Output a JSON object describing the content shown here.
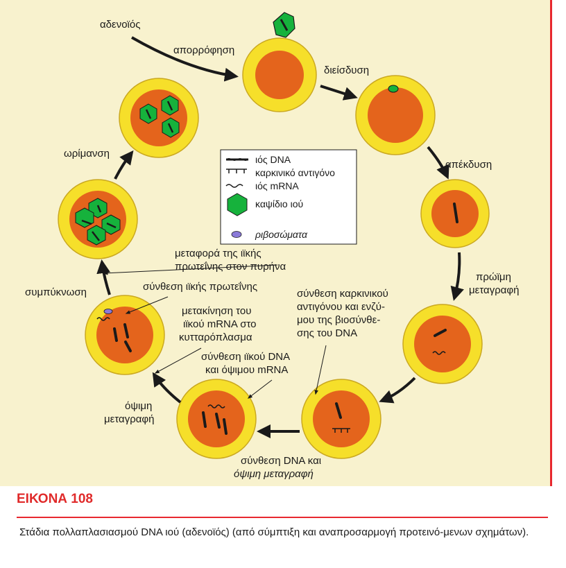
{
  "figure": {
    "title": "ΕΙΚΟΝΑ 108",
    "caption": "Στάδια πολλαπλασιασμού DNA ιού (αδενοϊός) (από σύμπτιξη και αναπροσαρμογή προτεινό-μενων σχημάτων)."
  },
  "labels": {
    "virus": "αδενοϊός",
    "absorption": "απορρόφηση",
    "penetration": "διείσδυση",
    "uncoating": "απέκδυση",
    "early_1": "πρώϊμη",
    "early_2": "μεταγραφή",
    "tumor_1": "σύνθεση καρκινικού",
    "tumor_2": "αντιγόνου και ενζύ-",
    "tumor_3": "μου της βιοσύνθε-",
    "tumor_4": "σης του DNA",
    "dna_1": "σύνθεση DNA και",
    "dna_2": "όψιμη μεταγραφή",
    "viral_dna_1": "σύνθεση ιϊκού DNA",
    "viral_dna_2": "και όψιμου mRNA",
    "late_1": "όψιμη",
    "late_2": "μεταγραφή",
    "mrna_1": "μετακίνηση του",
    "mrna_2": "ιϊκού mRNA στο",
    "mrna_3": "κυτταρόπλασμα",
    "protein_synth": "σύνθεση ιϊκής πρωτεΐνης",
    "transport_1": "μεταφορά της ιϊκής",
    "transport_2": "πρωτεΐνης στον πυρήνα",
    "condensation": "συμπύκνωση",
    "maturation": "ωρίμανση"
  },
  "legend": {
    "dna": "ιός DNA",
    "antigen": "καρκινικό αντιγόνο",
    "mrna": "ιός mRNA",
    "capsid": "καψίδιο ιού",
    "ribosomes": "ριβοσώματα"
  },
  "colors": {
    "background": "#f8f2ce",
    "cytoplasm": "#f6df2a",
    "nucleus": "#e4641c",
    "capsid": "#16b23c",
    "ribosome": "#8a7ad8",
    "accent": "#e02a2a"
  }
}
